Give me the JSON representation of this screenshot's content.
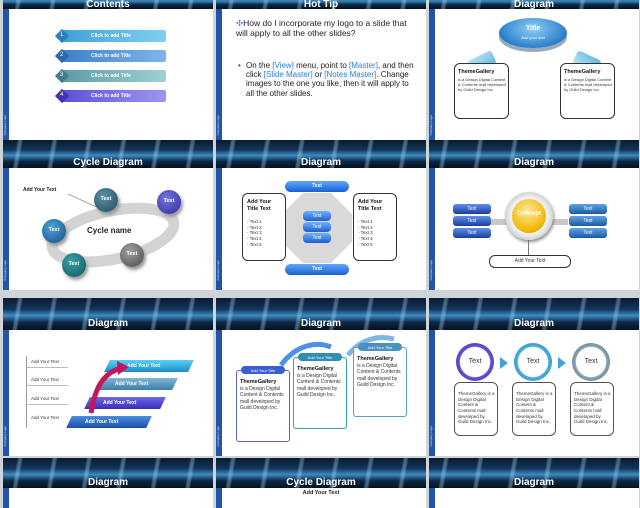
{
  "slides": {
    "s1": {
      "title": "Contents",
      "items": [
        "Click to add Title",
        "Click to add Title",
        "Click to add Title",
        "Click to add Title"
      ],
      "numbers": [
        "1",
        "2",
        "3",
        "4"
      ]
    },
    "s2": {
      "title": "Hot Tip",
      "question": "How do I incorporate my logo to a slide that will apply to all the other slides?",
      "tip_parts": [
        "On the ",
        "[View]",
        " menu, point to ",
        "[Master]",
        ", and then click ",
        "[Slide Master]",
        " or ",
        "[Notes Master]",
        ". Change images to the one you like, then it will apply to all the other slides."
      ]
    },
    "s3": {
      "title": "Diagram",
      "center_title": "Title",
      "center_sub": "Add your text",
      "box_title": "ThemeGallery",
      "box_body": "is a Design Digital Content & Contents mall developed by Guild Design Inc."
    },
    "s4": {
      "title": "Cycle Diagram",
      "add_text": "Add Your Text",
      "center": "Cycle name",
      "node": "Text"
    },
    "s5": {
      "title": "Diagram",
      "top": "Text",
      "bottom": "Text",
      "center": [
        "Text",
        "Text",
        "Text"
      ],
      "side_title": "Add Your Title Text",
      "lines": [
        "- Text 1",
        "- Text 2",
        "- Text 3",
        "- Text 4",
        "- Text 5"
      ]
    },
    "s6": {
      "title": "Diagram",
      "concept": "Concept",
      "stack": [
        "Text",
        "Text",
        "Text"
      ],
      "add": "Add Your Text"
    },
    "s7": {
      "title": "Diagram",
      "labels": [
        "Add Your Text",
        "Add Your Text",
        "Add Your Text",
        "Add Your Text"
      ],
      "steps": [
        "Add Your Text",
        "Add Your Text",
        "Add Your Text",
        "Add Your Text"
      ]
    },
    "s8": {
      "title": "Diagram",
      "tab": "Add Your Title",
      "box_title": "ThemeGallery",
      "box_body": "is a Design Digital Content & Contents mall developed by Guild Design Inc."
    },
    "s9": {
      "title": "Diagram",
      "circle": "Text",
      "box_title": "ThemeGallery",
      "box_body": "is a Design Digital Content & Contents mall developed by Guild Design Inc."
    },
    "s10": {
      "title": "Diagram"
    },
    "s11": {
      "title": "Cycle Diagram",
      "top_text": "Add Your Text"
    },
    "s12": {
      "title": "Diagram"
    }
  },
  "sidebar_text": "Company Logo",
  "colors": {
    "accent": "#2255a8",
    "banner": "#12355a",
    "link": "#2a7de1"
  }
}
